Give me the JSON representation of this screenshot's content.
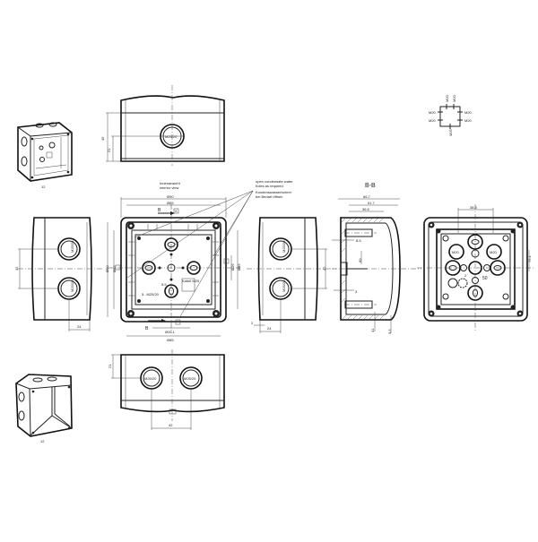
{
  "drawing": {
    "type": "technical drawing - junction box",
    "background": "#ffffff",
    "line_color": "#222222"
  },
  "views": {
    "iso_open": {
      "caption": "12"
    },
    "iso_closed": {
      "caption": "12"
    },
    "top_view": {
      "gland_label": "M25/20",
      "dim_height": "45",
      "dim_center": "21"
    },
    "front_view": {
      "title_line1": "Innenansicht",
      "title_line2": "interior view",
      "dim_outer": "Ø90",
      "dim_inner": "Ø85",
      "dim_bottom_inner": "Ø26.1",
      "dim_bottom_outer": "Ø85",
      "dim_left_outer": "Ø90",
      "dim_left_inner": "Ø85",
      "dim_right_1": "Ø26",
      "dim_right_2": "Ø85",
      "section_mark": "B",
      "marker_x": "X",
      "text_small": "5.5",
      "text_gland": "5...M25/20",
      "note_box": "Kabel M25",
      "annotation_1_line1": "open condensate water",
      "annotation_1_line2": "holes as required",
      "annotation_2_line1": "Kondenswasserbohrer",
      "annotation_2_line2": "bei Bedarf öffnen"
    },
    "left_view": {
      "gland_label": "M25/20",
      "dim_vert": "42",
      "dim_horiz": "24"
    },
    "right_view": {
      "gland_label": "M25/20",
      "dim_vert": "42",
      "dim_horiz": "24",
      "dim_small": "2"
    },
    "bottom_view": {
      "gland_label": "M25/20",
      "dim_horiz": "42",
      "dim_vert": "21"
    },
    "section_view": {
      "title": "B-B",
      "dim_1": "66.7",
      "dim_2": "51.7",
      "dim_3": "36.5",
      "dim_4": "8.5",
      "dim_5": "60",
      "dim_6": "3",
      "dim_7": "41",
      "dim_8": "3.5"
    },
    "back_view": {
      "dim_top": "38.3",
      "dim_right": "76.1",
      "label_m20": "M20",
      "label_m25": "M25",
      "label_50": "50",
      "label_2": "2"
    },
    "schematic": {
      "top_left": "M20",
      "top_right": "M20",
      "left_1": "M20",
      "left_2": "M20",
      "right_1": "M20",
      "right_2": "M20",
      "bottom": "M25"
    }
  }
}
